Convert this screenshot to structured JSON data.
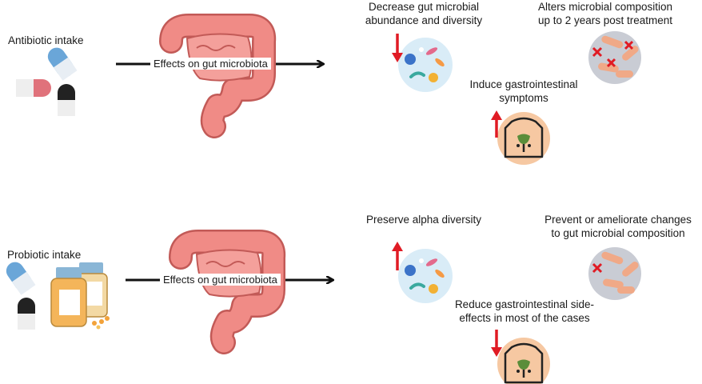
{
  "top": {
    "input_label": "Antibiotic intake",
    "arrow_label": "Effects on gut microbiota",
    "effects": [
      {
        "text_lines": [
          "Decrease gut microbial",
          "abundance and diversity"
        ],
        "direction": "down",
        "icon": "microbes-icon"
      },
      {
        "text_lines": [
          "Alters microbial composition",
          "up to 2 years post treatment"
        ],
        "icon": "bacteria-crossed-icon"
      },
      {
        "text_lines": [
          "Induce gastrointestinal",
          "symptoms"
        ],
        "direction": "up",
        "icon": "torso-gut-icon"
      }
    ]
  },
  "bottom": {
    "input_label": "Probiotic intake",
    "arrow_label": "Effects on gut microbiota",
    "effects": [
      {
        "text_lines": [
          "Preserve alpha diversity"
        ],
        "direction": "up",
        "icon": "microbes-icon"
      },
      {
        "text_lines": [
          "Prevent or ameliorate changes",
          "to gut microbial composition"
        ],
        "icon": "bacteria-crossed-icon"
      },
      {
        "text_lines": [
          "Reduce gastrointestinal side-",
          "effects in most of the cases"
        ],
        "direction": "down",
        "icon": "torso-gut-icon"
      }
    ]
  },
  "colors": {
    "intestine": "#f08b86",
    "intestine_outline": "#c25a57",
    "arrow_red": "#e01b24",
    "microbe_circle": "#d9ecf7",
    "bacteria_circle": "#c9ccd4",
    "torso_circle": "#f6c8a2",
    "capsule_blue": "#6aa6d8",
    "capsule_red": "#e0727b",
    "capsule_black": "#222222"
  }
}
